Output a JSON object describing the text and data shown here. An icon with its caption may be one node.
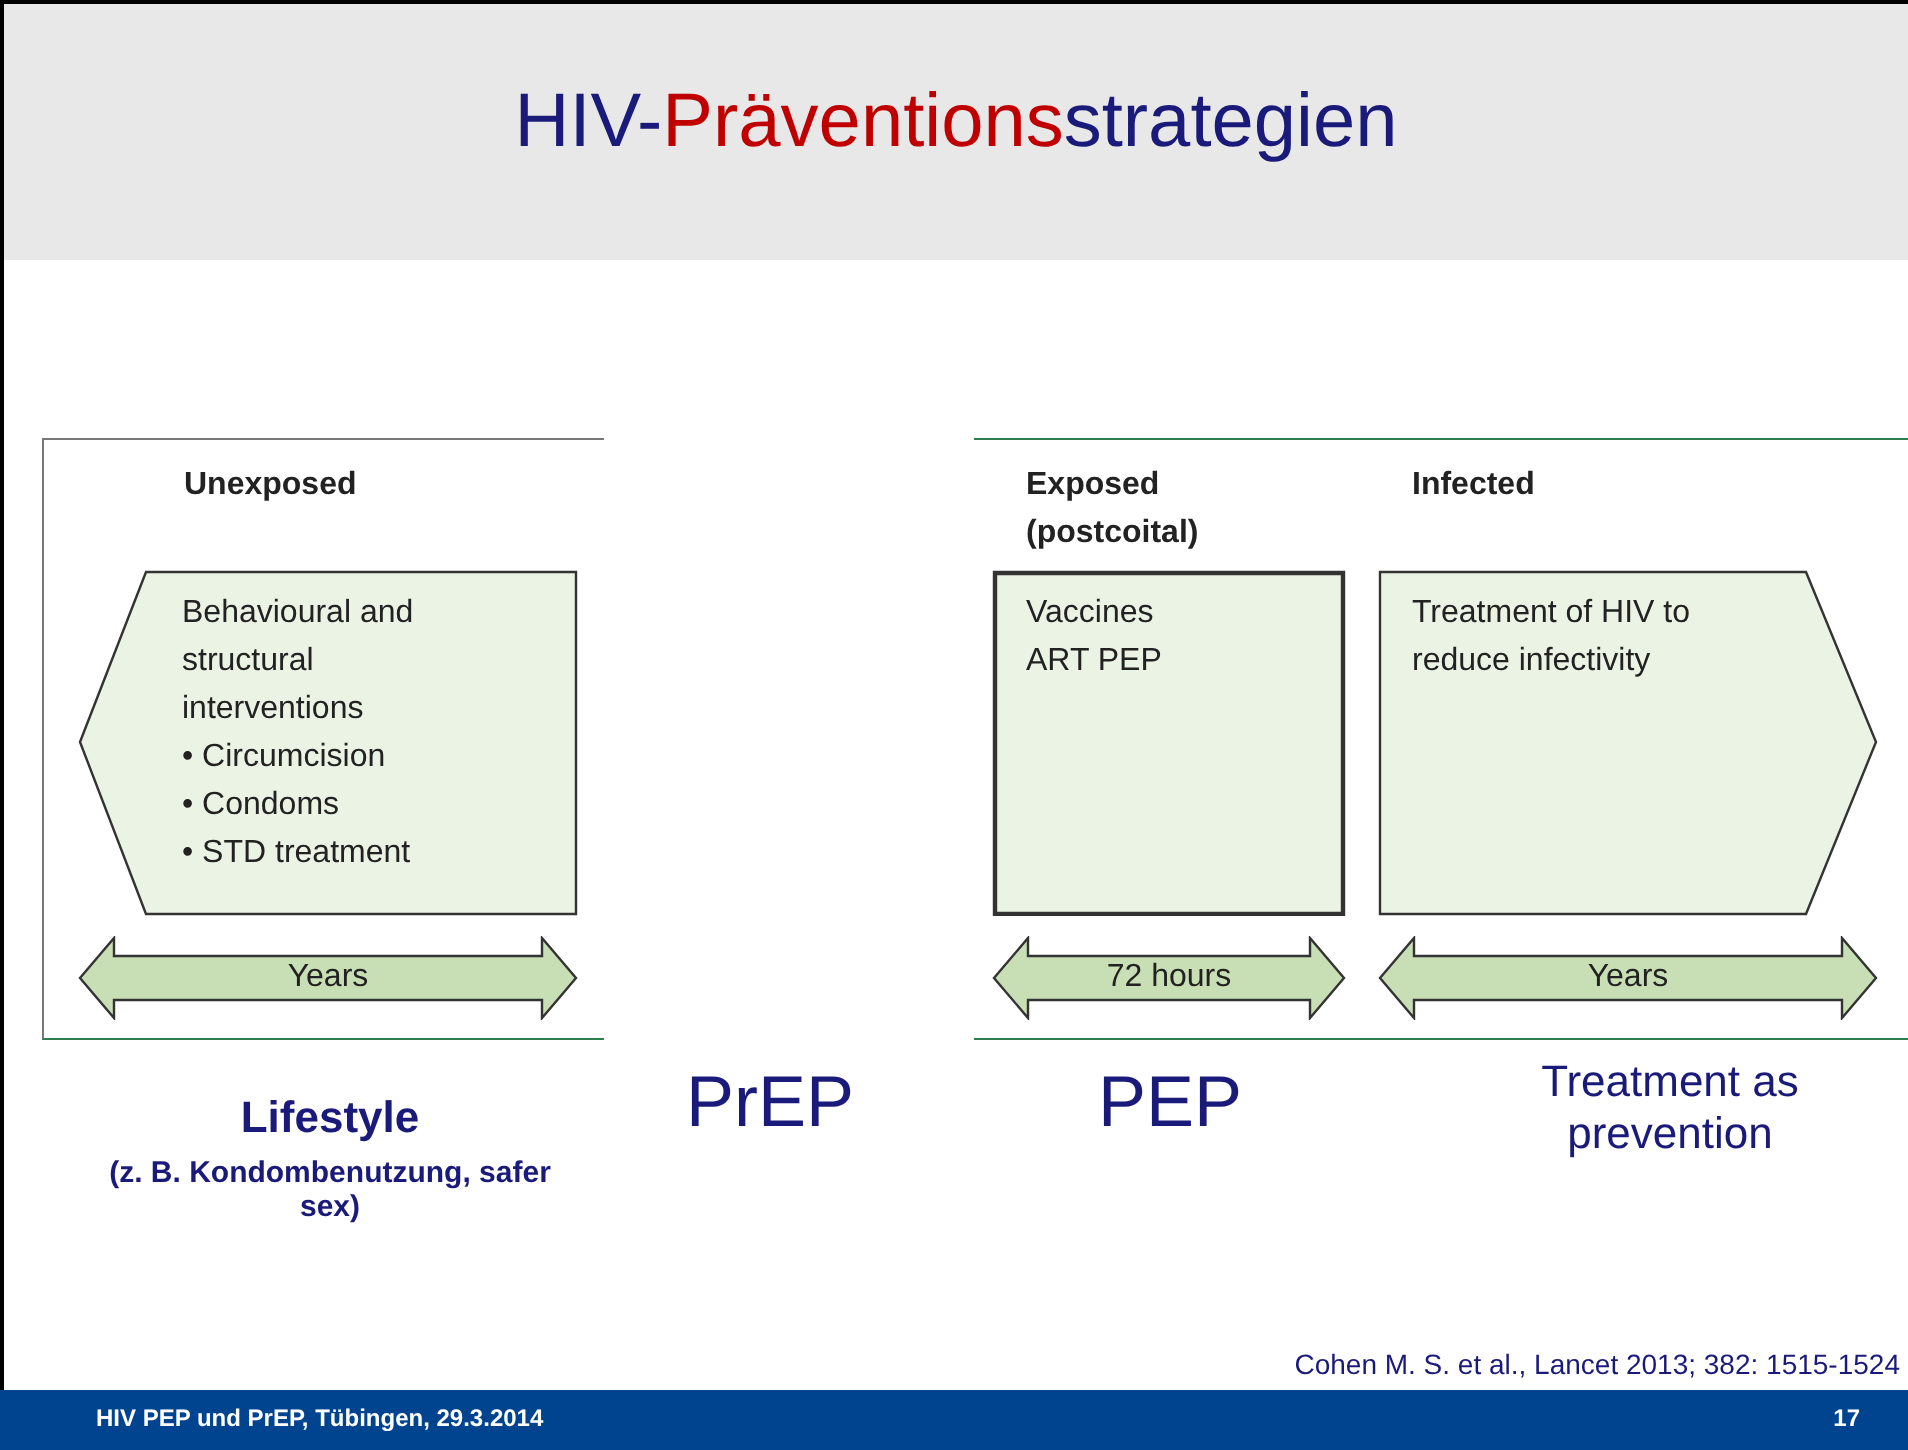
{
  "diagram": {
    "title": "HIV-**Präventions**strategien",
    "nodes": [
      {
        "text": [],
        "shape": "box"
      },
      {
        "text": [
          "Unexposed",
          "Behavioural and structural interventions",
          "• Circumcision",
          "• Condoms",
          "• STD treatment"
        ],
        "in": 0
      },
      {
        "text": [
          "Years"
        ],
        "in": 0
      },
      {
        "text": [],
        "shape": "box"
      },
      {
        "text": [
          "Exposed (postcoital)",
          "Vaccines",
          "ART PEP"
        ],
        "in": 3
      },
      {
        "text": [
          "Infected",
          "Treatment of HIV to reduce infectivity"
        ],
        "in": 3
      },
      {
        "text": [
          "72 hours"
        ],
        "in": 3
      },
      {
        "text": [
          "Years"
        ],
        "in": 3
      }
    ],
    "edges": [],
    "labels": [
      "Lifestyle",
      "(z. B. Kondombenutzung, safer sex)",
      "PrEP",
      "PEP",
      "Treatment as prevention",
      "Cohen M. S. et al., Lancet 2013; 382: 1515-1524",
      "HIV PEP und PrEP, Tübingen, 29.3.2014",
      "17"
    ]
  }
}
